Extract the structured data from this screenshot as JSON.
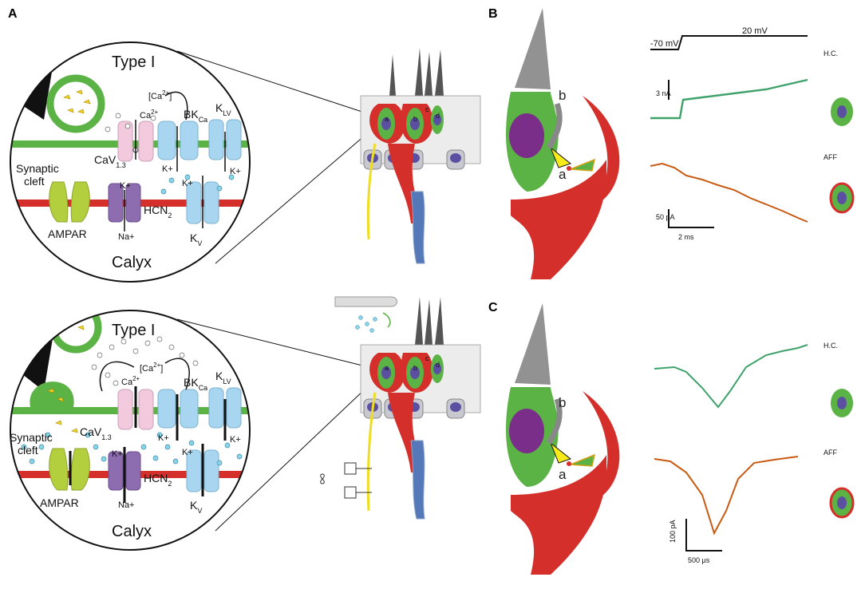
{
  "panels": {
    "a": "A",
    "b": "B",
    "c": "C"
  },
  "top_circle": {
    "type_label": "Type I",
    "calyx_label": "Calyx",
    "ca_conc": "[Ca",
    "ca_conc_sup": "2+",
    "ca_ion": "Ca",
    "ca_ion_sup": "2+",
    "cav": "CaV",
    "cav_sub": "1.3",
    "bk": "BK",
    "bk_sub": "Ca",
    "klv": "K",
    "klv_sub": "LV",
    "kv": "K",
    "kv_sub": "V",
    "k_plus": "K+",
    "synaptic": "Synaptic",
    "cleft": "cleft",
    "ampar": "AMPAR",
    "hcn": "HCN",
    "hcn_sub": "2",
    "na_plus": "Na+"
  },
  "bottom_circle": {
    "type_label": "Type I",
    "calyx_label": "Calyx",
    "ca_conc": "[Ca",
    "ca_conc_sup": "2+",
    "ca_ion": "Ca",
    "ca_ion_sup": "2+",
    "cav": "CaV",
    "cav_sub": "1.3",
    "bk": "BK",
    "bk_sub": "Ca",
    "klv": "K",
    "klv_sub": "LV",
    "kv": "K",
    "kv_sub": "V",
    "k_plus": "K+",
    "synaptic": "Synaptic",
    "cleft": "cleft",
    "ampar": "AMPAR",
    "hcn": "HCN",
    "hcn_sub": "2",
    "na_plus": "Na+"
  },
  "epithelium": {
    "top_cells": [
      "a",
      "b",
      "c",
      "d"
    ],
    "bottom_cells": [
      "a",
      "b",
      "c",
      "d"
    ]
  },
  "panel_b": {
    "cell_labels": {
      "a": "a",
      "b": "b"
    },
    "protocol_start": "-70 mV",
    "protocol_step": "20 mV",
    "hc_label": "H.C.",
    "aff_label": "AFF",
    "scale_current_hc": "3 nA",
    "scale_current_aff": "50 pA",
    "scale_time": "2 ms"
  },
  "panel_c": {
    "cell_labels": {
      "a": "a",
      "b": "b"
    },
    "hc_label": "H.C.",
    "aff_label": "AFF",
    "scale_current": "100 pA",
    "scale_time": "500 μs"
  },
  "colors": {
    "hair_cell": "#5bb346",
    "calyx": "#d42f2a",
    "hc_trace": "#3fa16a",
    "aff_trace": "#c85a12",
    "cav": "#f3c9dd",
    "bk": "#a8d6f0",
    "hcn": "#8e6cb0",
    "ampar": "#b3cf3e",
    "nucleus": "#5a4fa0"
  }
}
